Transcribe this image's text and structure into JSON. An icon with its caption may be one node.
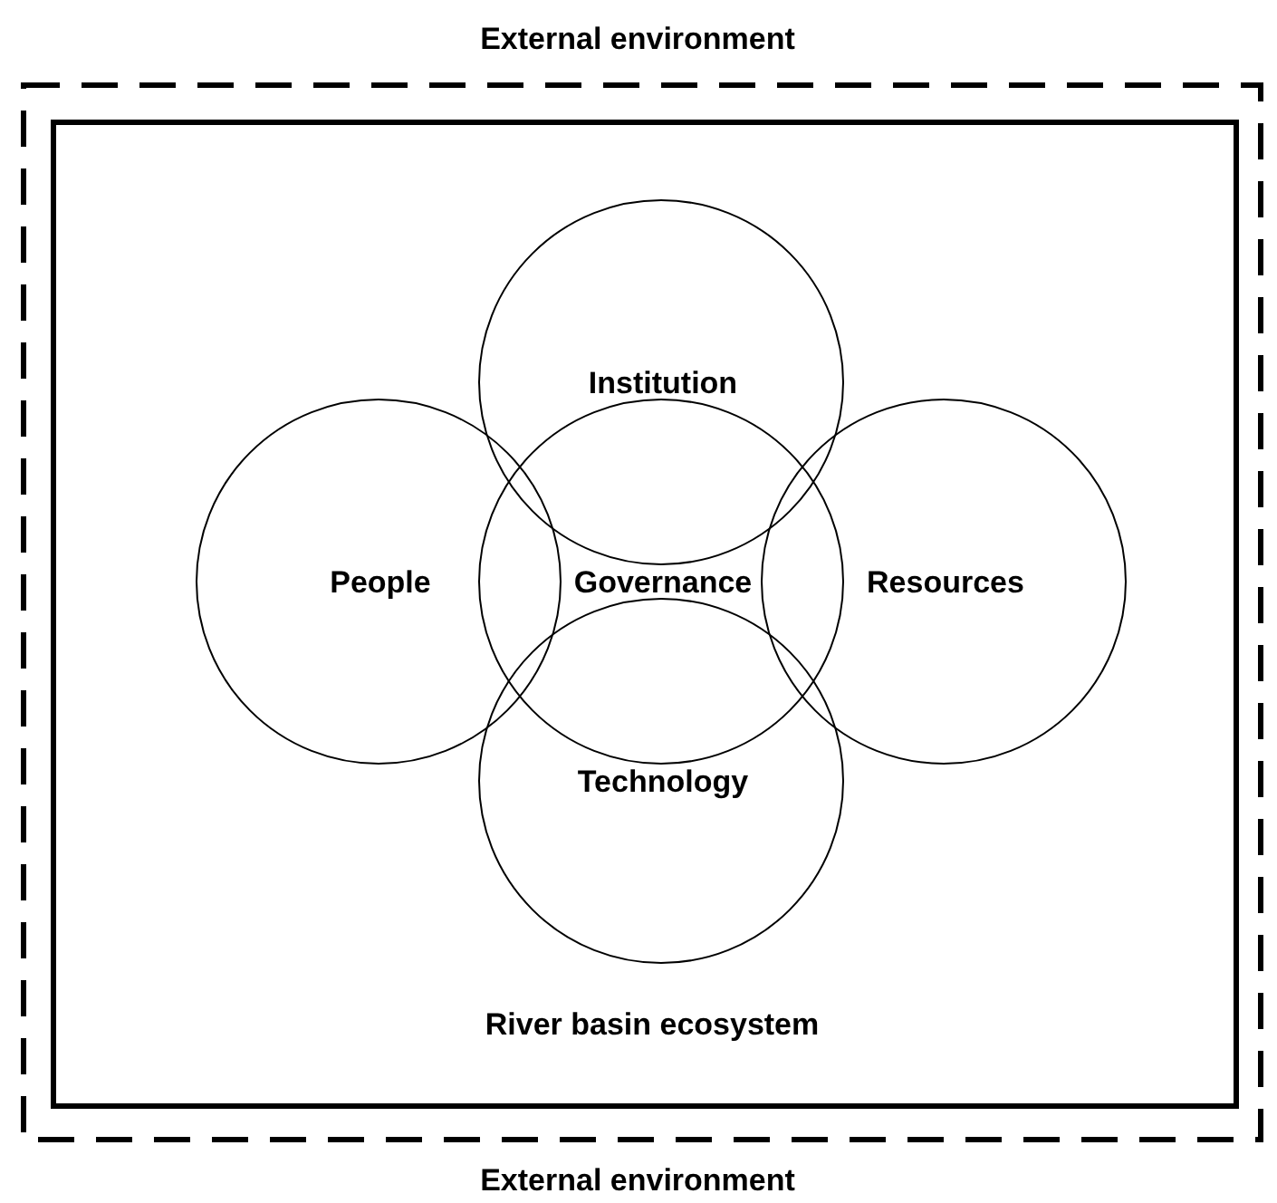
{
  "diagram": {
    "nodes": [
      {
        "text": [
          "External environment",
          "External environment"
        ]
      },
      {
        "text": [
          "River basin ecosystem"
        ],
        "in": 0
      },
      {
        "text": [
          "Institution"
        ],
        "in": 1
      },
      {
        "text": [
          "People"
        ],
        "in": 1
      },
      {
        "text": [
          "Governance"
        ],
        "in": 1
      },
      {
        "text": [
          "Resources"
        ],
        "in": 1
      },
      {
        "text": [
          "Technology"
        ],
        "in": 1
      }
    ],
    "edges": []
  }
}
